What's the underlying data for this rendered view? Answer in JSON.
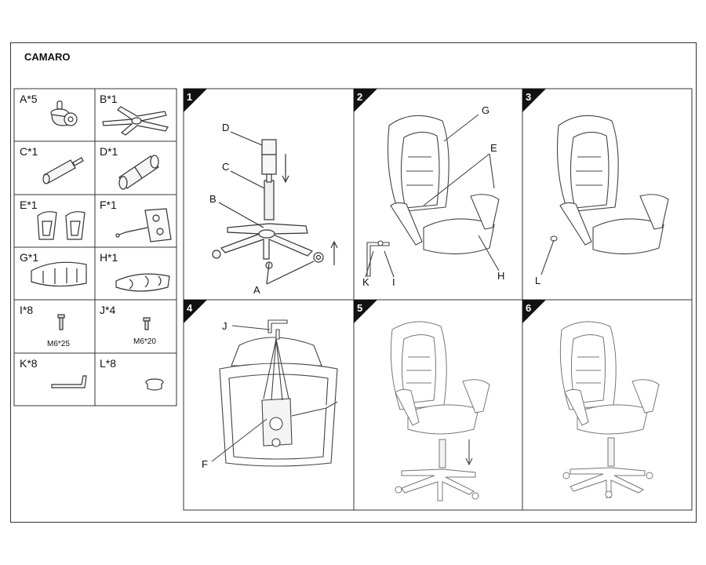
{
  "title": "CAMARO",
  "parts": [
    {
      "label": "A*5"
    },
    {
      "label": "B*1"
    },
    {
      "label": "C*1"
    },
    {
      "label": "D*1"
    },
    {
      "label": "E*1"
    },
    {
      "label": "F*1"
    },
    {
      "label": "G*1"
    },
    {
      "label": "H*1"
    },
    {
      "label": "I*8",
      "size": "M6*25"
    },
    {
      "label": "J*4",
      "size": "M6*20"
    },
    {
      "label": "K*8"
    },
    {
      "label": "L*8"
    }
  ],
  "steps": [
    {
      "number": "1",
      "callouts": [
        "D",
        "C",
        "B",
        "A"
      ]
    },
    {
      "number": "2",
      "callouts": [
        "G",
        "E",
        "K",
        "I",
        "H"
      ]
    },
    {
      "number": "3",
      "callouts": [
        "L"
      ]
    },
    {
      "number": "4",
      "callouts": [
        "J",
        "F"
      ]
    },
    {
      "number": "5",
      "callouts": []
    },
    {
      "number": "6",
      "callouts": []
    }
  ]
}
